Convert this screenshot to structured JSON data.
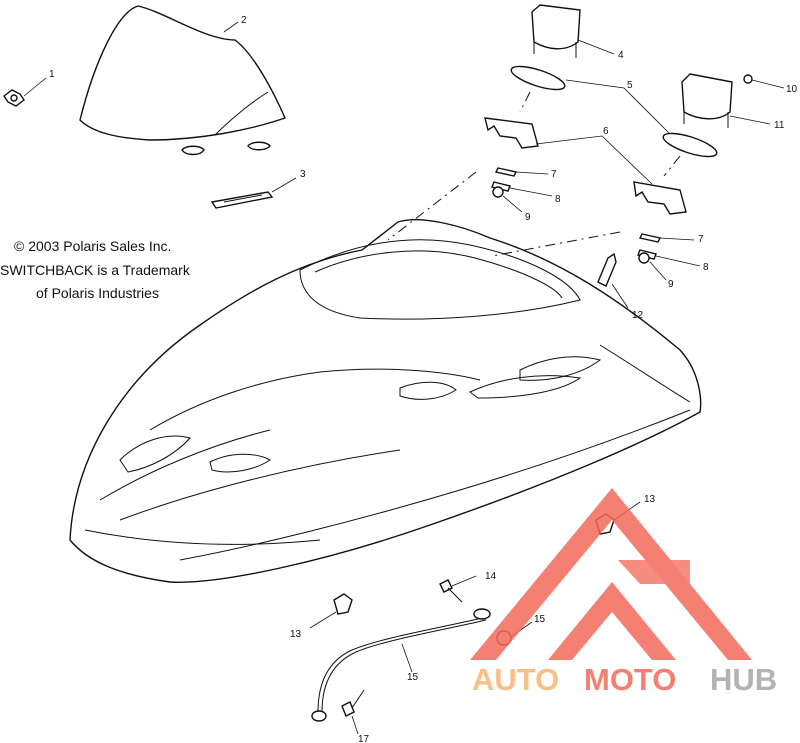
{
  "notice": {
    "copyright": "© 2003 Polaris Sales Inc.",
    "trademark_line1": "SWITCHBACK is a Trademark",
    "trademark_line2": "of Polaris Industries"
  },
  "callouts": {
    "c1": "1",
    "c2": "2",
    "c3": "3",
    "c4": "4",
    "c5": "5",
    "c6": "6",
    "c7a": "7",
    "c7b": "7",
    "c8a": "8",
    "c8b": "8",
    "c9a": "9",
    "c9b": "9",
    "c10": "10",
    "c11": "11",
    "c12": "12",
    "c13a": "13",
    "c13b": "13",
    "c14": "14",
    "c15a": "15",
    "c15b": "15",
    "c17": "17"
  },
  "watermark": {
    "part1": "AUTO",
    "part2": "MOTO",
    "part3": "HUB",
    "colors": {
      "red": "#f26b5b",
      "orange": "#f7b472",
      "gray": "#a6a6a6"
    }
  }
}
